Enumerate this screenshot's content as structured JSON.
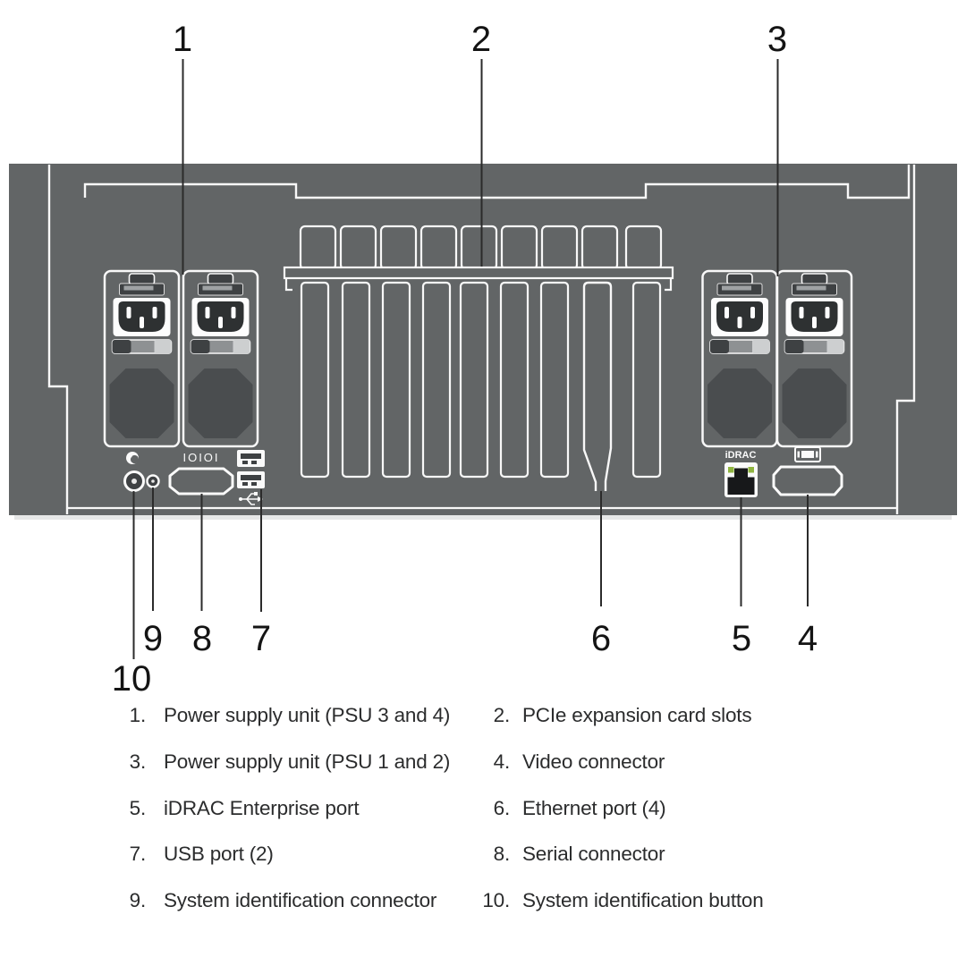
{
  "figure": {
    "description": "Server rear panel diagram with numbered callouts",
    "callout_labels": [
      "1",
      "2",
      "3",
      "4",
      "5",
      "6",
      "7",
      "8",
      "9",
      "10"
    ],
    "serial_port_label": "IOIOI",
    "idrac_port_label": "iDRAC",
    "pcie_slot_columns": 9,
    "psu_count": 4
  },
  "legend": {
    "items": [
      {
        "num": "1.",
        "label": "Power supply unit (PSU 3 and 4)"
      },
      {
        "num": "2.",
        "label": "PCIe expansion card slots"
      },
      {
        "num": "3.",
        "label": "Power supply unit (PSU 1 and 2)"
      },
      {
        "num": "4.",
        "label": "Video connector"
      },
      {
        "num": "5.",
        "label": "iDRAC Enterprise port"
      },
      {
        "num": "6.",
        "label": "Ethernet port (4)"
      },
      {
        "num": "7.",
        "label": "USB port (2)"
      },
      {
        "num": "8.",
        "label": "Serial connector"
      },
      {
        "num": "9.",
        "label": "System identification connector"
      },
      {
        "num": "10.",
        "label": "System identification button"
      }
    ]
  },
  "colors": {
    "chassis_gray": "#626566",
    "outline_white": "#F8F8F8",
    "component_dark": "#3E4143",
    "socket_black": "#2E3132",
    "fan_octagon": "#4A4D4F",
    "led_green": "#8FB43F",
    "callout_line": "#2B2B2B",
    "text": "#2B2C2D"
  }
}
